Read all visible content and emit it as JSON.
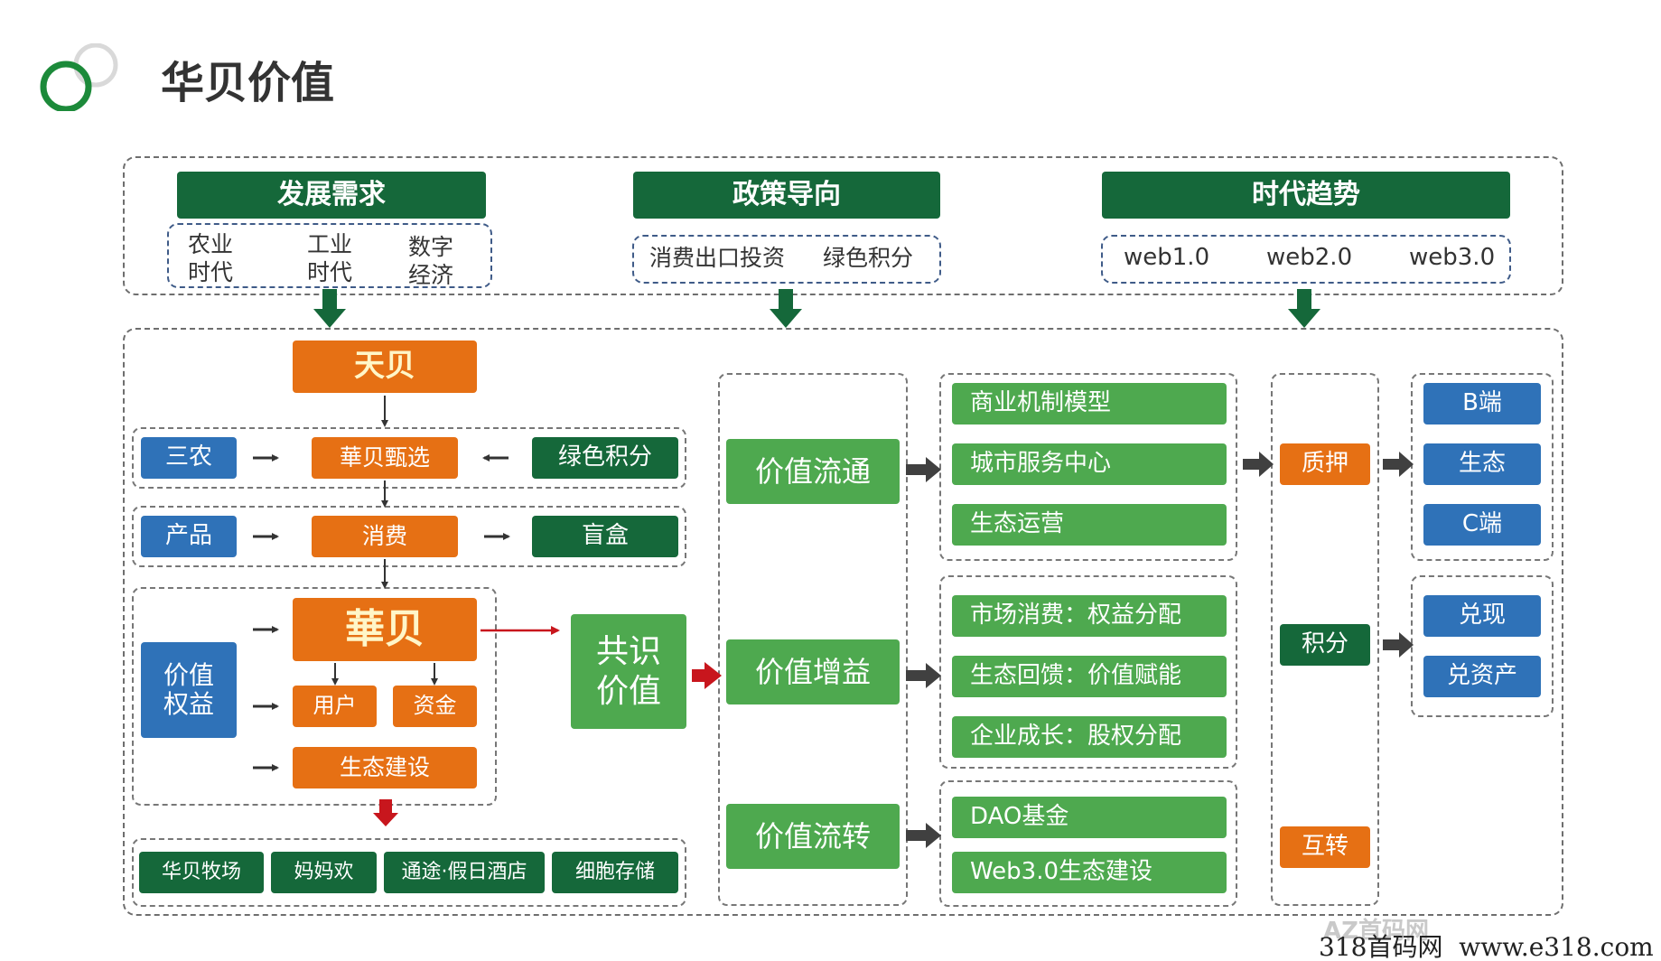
{
  "title": "华贝价值",
  "top": {
    "development": {
      "header": "发展需求",
      "items": [
        "农业\n时代",
        "工业\n时代",
        "数字\n经济"
      ]
    },
    "policy": {
      "header": "政策导向",
      "items": [
        "消费出口投资",
        "绿色积分"
      ]
    },
    "trend": {
      "header": "时代趋势",
      "items": [
        "web1.0",
        "web2.0",
        "web3.0"
      ]
    }
  },
  "left": {
    "tianbei": "天贝",
    "row1": {
      "left": "三农",
      "center": "華贝甄选",
      "right": "绿色积分"
    },
    "row2": {
      "left": "产品",
      "center": "消费",
      "right": "盲盒"
    },
    "rights": "价值\n权益",
    "huabei": "華贝",
    "user": "用户",
    "funds": "资金",
    "eco_build": "生态建设",
    "consensus": "共识\n价值",
    "bottom_items": [
      "华贝牧场",
      "妈妈欢",
      "通途·假日酒店",
      "细胞存储"
    ]
  },
  "middle": {
    "circulation": "价值流通",
    "increment": "价值增益",
    "transfer": "价值流转"
  },
  "mechanisms": {
    "group1": [
      "商业机制模型",
      "城市服务中心",
      "生态运营"
    ],
    "group2": [
      "市场消费：权益分配",
      "生态回馈：价值赋能",
      "企业成长：股权分配"
    ],
    "group3": [
      "DAO基金",
      "Web3.0生态建设"
    ]
  },
  "actions": {
    "pledge": "质押",
    "points": "积分",
    "mutual": "互转"
  },
  "targets": {
    "group1": [
      "B端",
      "生态",
      "C端"
    ],
    "group2": [
      "兑现",
      "兑资产"
    ]
  },
  "watermark": {
    "top": "AZ首码网",
    "bottom": "318首码网  www.e318.com"
  },
  "colors": {
    "dark_green": "#15683a",
    "light_green": "#4ea94f",
    "orange": "#e67014",
    "blue": "#2f72b8",
    "red_arrow": "#c8161d"
  }
}
